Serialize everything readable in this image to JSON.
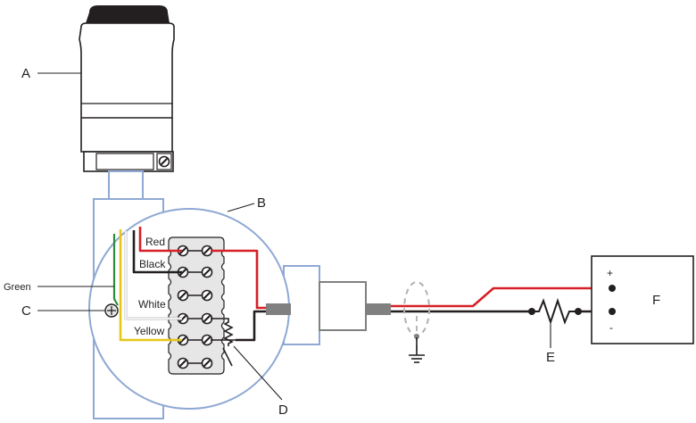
{
  "callouts": {
    "a": "A",
    "b": "B",
    "c": "C",
    "d": "D",
    "e": "E",
    "f": "F"
  },
  "wires": {
    "red": "Red",
    "black": "Black",
    "white": "White",
    "yellow": "Yellow",
    "green": "Green"
  },
  "terminals": {
    "plus": "+",
    "minus": "-"
  },
  "colors": {
    "outline": "#8fa8d4",
    "red_wire": "#d62027",
    "black_wire": "#231f20",
    "yellow_wire": "#e6c619",
    "green_wire": "#2e8b3a",
    "cable_gray": "#808080",
    "body_gray": "#e6e6e6",
    "shield_dash": "#b0b0b0"
  },
  "icons": {
    "terminal_screw": "slotted-screw-icon",
    "ground": "ground-symbol-icon",
    "resistor": "resistor-icon"
  }
}
